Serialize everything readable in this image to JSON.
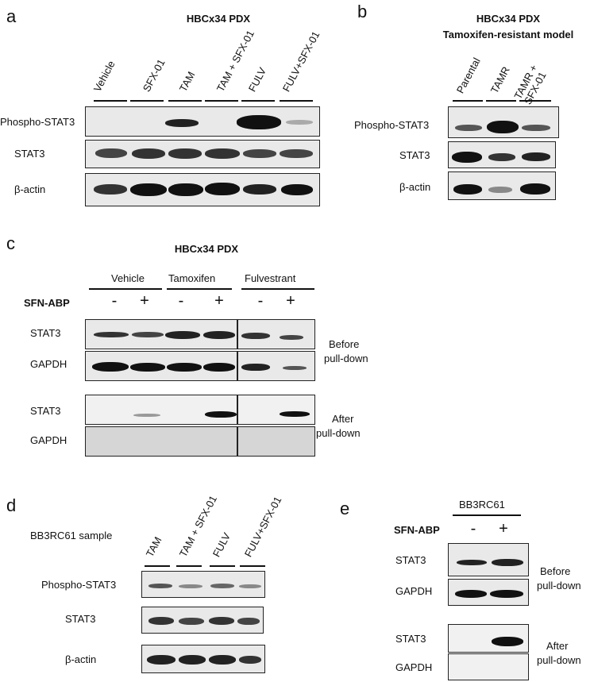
{
  "panels": {
    "a": {
      "letter": "a",
      "title": "HBCx34 PDX",
      "lanes": [
        "Vehicle",
        "SFX-01",
        "TAM",
        "TAM + SFX-01",
        "FULV",
        "FULV+SFX-01"
      ],
      "rows": [
        "Phospho-STAT3",
        "STAT3",
        "β-actin"
      ]
    },
    "b": {
      "letter": "b",
      "title_line1": "HBCx34 PDX",
      "title_line2": "Tamoxifen-resistant model",
      "lanes": [
        "Parental",
        "TAMR",
        "TAMR +\nSFX-01"
      ],
      "rows": [
        "Phospho-STAT3",
        "STAT3",
        "β-actin"
      ]
    },
    "c": {
      "letter": "c",
      "title": "HBCx34 PDX",
      "groups": [
        "Vehicle",
        "Tamoxifen",
        "Fulvestrant"
      ],
      "treatment_label": "SFN-ABP",
      "signs": [
        "-",
        "+",
        "-",
        "+",
        "-",
        "+"
      ],
      "rows": [
        "STAT3",
        "GAPDH",
        "STAT3",
        "GAPDH"
      ],
      "before_line1": "Before",
      "before_line2": "pull-down",
      "after_line1": "After",
      "after_line2": "pull-down"
    },
    "d": {
      "letter": "d",
      "sample_label": "BB3RC61 sample",
      "lanes": [
        "TAM",
        "TAM + SFX-01",
        "FULV",
        "FULV+SFX-01"
      ],
      "rows": [
        "Phospho-STAT3",
        "STAT3",
        "β-actin"
      ]
    },
    "e": {
      "letter": "e",
      "title": "BB3RC61",
      "treatment_label": "SFN-ABP",
      "signs": [
        "-",
        "+"
      ],
      "rows": [
        "STAT3",
        "GAPDH",
        "STAT3",
        "GAPDH"
      ],
      "before_line1": "Before",
      "before_line2": "pull-down",
      "after_line1": "After",
      "after_line2": "pull-down"
    }
  },
  "band_intensity": {
    "a_phospho_stat3": [
      0,
      0,
      0.7,
      0,
      1.0,
      0.15
    ],
    "b_phospho_stat3": [
      0.5,
      1.0,
      0.45
    ],
    "c_after_stat3": [
      0,
      0.25,
      0,
      0.95,
      0,
      0.9
    ],
    "d_phospho_stat3": [
      0.5,
      0.3,
      0.45,
      0.3
    ],
    "e_after_stat3": [
      0,
      1.0
    ]
  }
}
